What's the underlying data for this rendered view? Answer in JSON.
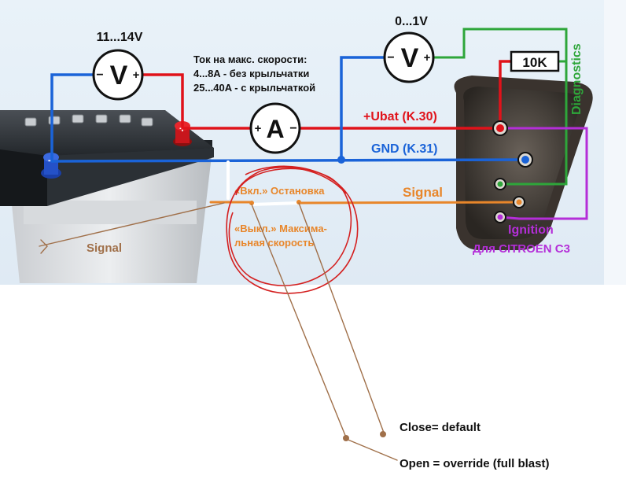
{
  "meters": {
    "battery_voltmeter": {
      "range": "11...14V",
      "symbol": "V"
    },
    "signal_voltmeter": {
      "range": "0...1V",
      "symbol": "V"
    },
    "ammeter": {
      "symbol": "A"
    },
    "minus_sign": "−",
    "plus_sign": "+"
  },
  "current_note": {
    "line1": "Ток на макс. скорости:",
    "line2": "4...8A - без крыльчатки",
    "line3": "25...40A - с крыльчаткой"
  },
  "resistor": {
    "label": "10K"
  },
  "wires": {
    "ubat": "+Ubat (K.30)",
    "gnd": "GND (K.31)",
    "signal": "Signal",
    "diagnostics": "Diagnostics",
    "ignition": "Ignition",
    "vehicle": "Для CITROEN C3"
  },
  "states": {
    "on": "«Вкл.» Остановка",
    "off_line1": "«Выкл.» Максима-",
    "off_line2": "льная скорость"
  },
  "annotations": {
    "signal_handwritten": "Signal",
    "close": "Close= default",
    "open": "Open = override (full blast)"
  },
  "battery": {
    "minus": "−",
    "plus": "+"
  },
  "colors": {
    "background": "#e6f0f8",
    "red_wire": "#e0121a",
    "blue_wire": "#1a63d8",
    "green_wire": "#2ea63a",
    "orange_wire": "#e8862a",
    "purple_wire": "#b42ed8",
    "brown_annotation": "#a0704a",
    "red_circle": "#d42020"
  }
}
